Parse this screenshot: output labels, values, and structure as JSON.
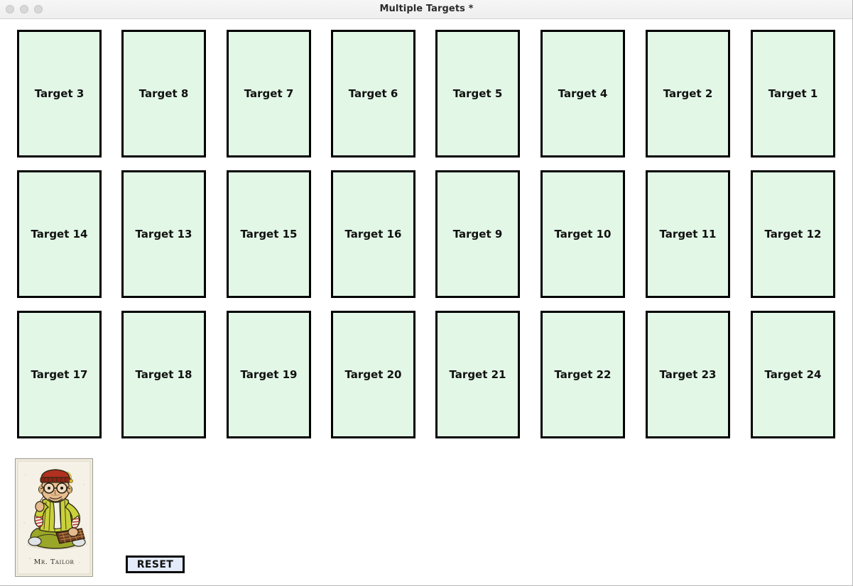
{
  "window": {
    "title": "Multiple Targets *",
    "traffic_lights": [
      "close-button",
      "minimize-button",
      "zoom-button"
    ],
    "background_color": "#ffffff"
  },
  "theme": {
    "target_fill": "#e2f7e6",
    "target_border": "#000000",
    "button_fill": "#e3ebfa",
    "title_color": "#2b2b2b"
  },
  "grid": {
    "columns": 8,
    "rows": 3,
    "targets": [
      [
        {
          "label": "Target 3"
        },
        {
          "label": "Target 8"
        },
        {
          "label": "Target 7"
        },
        {
          "label": "Target 6"
        },
        {
          "label": "Target 5"
        },
        {
          "label": "Target 4"
        },
        {
          "label": "Target 2"
        },
        {
          "label": "Target 1"
        }
      ],
      [
        {
          "label": "Target 14"
        },
        {
          "label": "Target 13"
        },
        {
          "label": "Target 15"
        },
        {
          "label": "Target 16"
        },
        {
          "label": "Target 9"
        },
        {
          "label": "Target 10"
        },
        {
          "label": "Target 11"
        },
        {
          "label": "Target 12"
        }
      ],
      [
        {
          "label": "Target 17"
        },
        {
          "label": "Target 18"
        },
        {
          "label": "Target 19"
        },
        {
          "label": "Target 20"
        },
        {
          "label": "Target 21"
        },
        {
          "label": "Target 22"
        },
        {
          "label": "Target 23"
        },
        {
          "label": "Target 24"
        }
      ]
    ]
  },
  "card": {
    "caption": "Mr. Tailor",
    "description": "vintage illustrated card of a seated tailor wearing a fez"
  },
  "controls": {
    "reset_label": "RESET"
  }
}
